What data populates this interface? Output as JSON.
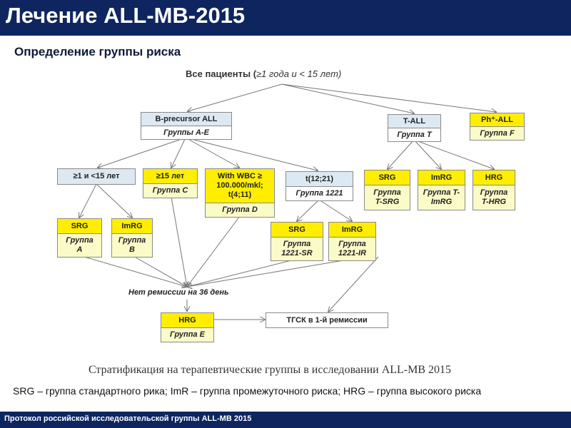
{
  "header": {
    "title": "Лечение ALL-MB-2015"
  },
  "subtitle": "Определение группы риска",
  "diagram": {
    "root": {
      "label": "Все пациенты (",
      "range": "≥1 года и < 15 лет)"
    },
    "b_all": {
      "title": "B-precursor ALL",
      "group": "Группы A-E"
    },
    "t_all": {
      "title": "T-ALL",
      "group": "Группа T"
    },
    "ph_all": {
      "title": "Ph⁺-ALL",
      "group": "Группа F"
    },
    "age_1_15": {
      "title": "≥1 и <15 лет"
    },
    "age_15": {
      "title": "≥15 лет",
      "group": "Группа C"
    },
    "wbc": {
      "title": "With WBC ≥ 100.000/mkl; t(4;11)",
      "group": "Группа D"
    },
    "t1221": {
      "title": "t(12;21)",
      "group": "Группа 1221"
    },
    "t_srg": {
      "title": "SRG",
      "group": "Группа T-SRG"
    },
    "t_imrg": {
      "title": "ImRG",
      "group": "Группа T-ImRG"
    },
    "t_hrg": {
      "title": "HRG",
      "group": "Группа T-HRG"
    },
    "srg_a": {
      "title": "SRG",
      "group": "Группа A"
    },
    "imrg_b": {
      "title": "ImRG",
      "group": "Группа B"
    },
    "srg_1221": {
      "title": "SRG",
      "group": "Группа 1221-SR"
    },
    "imrg_1221": {
      "title": "ImRG",
      "group": "Группа 1221-IR"
    },
    "no_remission": "Нет ремиссии на 36 день",
    "hrg_e": {
      "title": "HRG",
      "group": "Группа E"
    },
    "hsct": "ТГСК в 1-й ремиссии"
  },
  "caption": "Стратификация на терапевтические группы в исследовании ALL-MB 2015",
  "legend": "SRG – группа стандартного рика; ImR – группа промежуточного риска; HRG – группа высокого риска",
  "footer": "Протокол российской исследовательской группы ALL-MB 2015"
}
